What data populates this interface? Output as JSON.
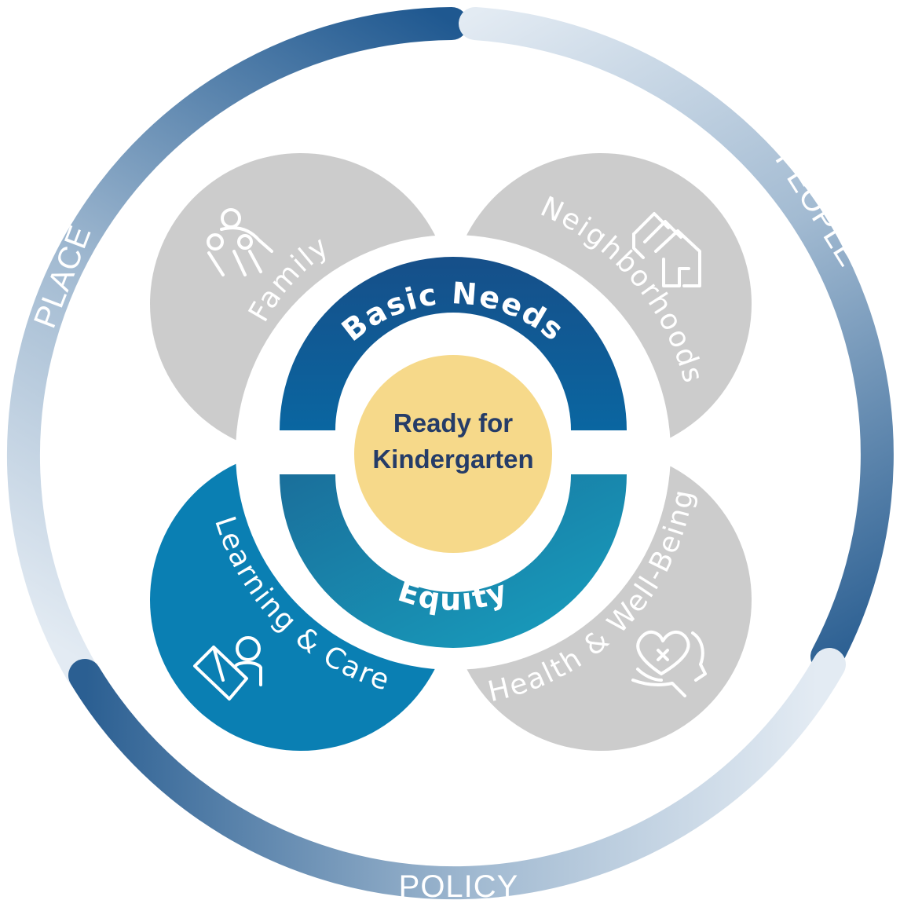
{
  "outer_ring": {
    "labels": {
      "place": "PLACE",
      "people": "PEOPLE",
      "policy": "POLICY"
    }
  },
  "petals": {
    "family": {
      "label": "Family",
      "icon": "family-icon"
    },
    "neighborhoods": {
      "label": "Neighborhoods",
      "icon": "houses-icon"
    },
    "learning": {
      "label": "Learning & Care",
      "icon": "child-book-icon"
    },
    "health": {
      "label": "Health & Well-Being",
      "icon": "heart-hands-icon"
    }
  },
  "bands": {
    "basic_needs": "Basic Needs",
    "equity": "Equity"
  },
  "center": {
    "line1": "Ready for",
    "line2": "Kindergarten"
  },
  "colors": {
    "ring_dark": "#1f5f97",
    "ring_light": "#dfe8f1",
    "petal_gray": "#cccccc",
    "petal_blue": "#0a7fb3",
    "band_dark": "#0f5a96",
    "band_teal": "#1590b2",
    "center_yellow": "#f6d98a",
    "center_text": "#253c68"
  }
}
